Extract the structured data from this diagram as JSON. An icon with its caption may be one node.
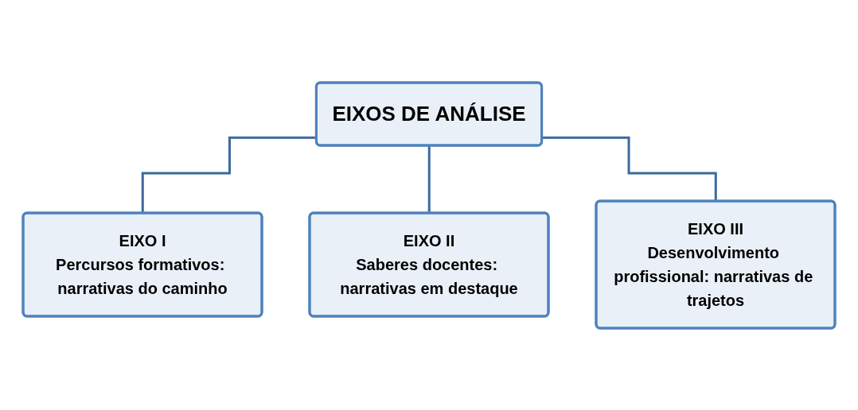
{
  "diagram": {
    "nodes": [
      {
        "text": [
          "EIXOS DE ANÁLISE"
        ]
      },
      {
        "text": [
          "EIXO I",
          "Percursos formativos: narrativas do caminho"
        ]
      },
      {
        "text": [
          "EIXO II",
          "Saberes docentes: narrativas em destaque"
        ]
      },
      {
        "text": [
          "EIXO III",
          "Desenvolvimento profissional: narrativas de trajetos"
        ]
      }
    ],
    "edges": [
      {
        "from": 0,
        "to": 1,
        "arrow": "none"
      },
      {
        "from": 0,
        "to": 2,
        "arrow": "none"
      },
      {
        "from": 0,
        "to": 3,
        "arrow": "none"
      }
    ]
  }
}
